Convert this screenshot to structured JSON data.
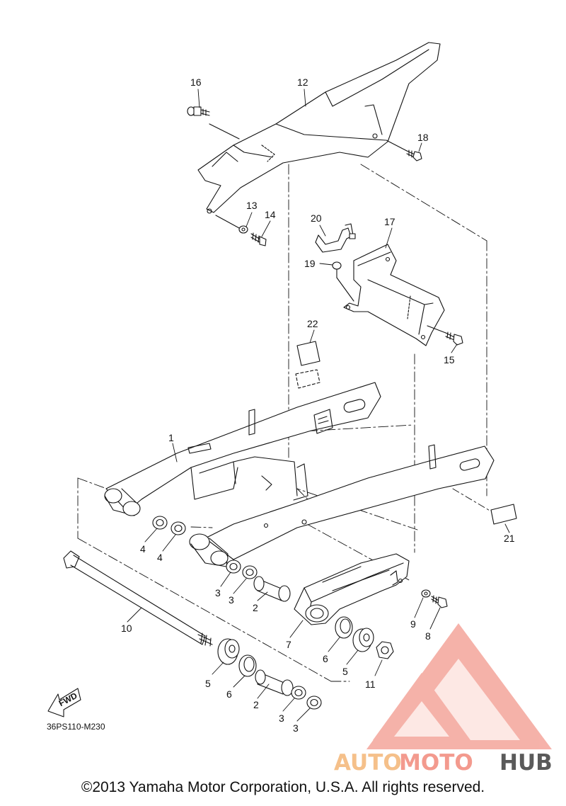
{
  "diagram": {
    "callouts": [
      {
        "id": "c16",
        "text": "16"
      },
      {
        "id": "c12",
        "text": "12"
      },
      {
        "id": "c18",
        "text": "18"
      },
      {
        "id": "c13",
        "text": "13"
      },
      {
        "id": "c14",
        "text": "14"
      },
      {
        "id": "c20",
        "text": "20"
      },
      {
        "id": "c17",
        "text": "17"
      },
      {
        "id": "c19",
        "text": "19"
      },
      {
        "id": "c15",
        "text": "15"
      },
      {
        "id": "c22",
        "text": "22"
      },
      {
        "id": "c1",
        "text": "1"
      },
      {
        "id": "c21",
        "text": "21"
      },
      {
        "id": "c4a",
        "text": "4"
      },
      {
        "id": "c4b",
        "text": "4"
      },
      {
        "id": "c3a",
        "text": "3"
      },
      {
        "id": "c3b",
        "text": "3"
      },
      {
        "id": "c2a",
        "text": "2"
      },
      {
        "id": "c9",
        "text": "9"
      },
      {
        "id": "c8",
        "text": "8"
      },
      {
        "id": "c10",
        "text": "10"
      },
      {
        "id": "c7",
        "text": "7"
      },
      {
        "id": "c6a",
        "text": "6"
      },
      {
        "id": "c5a",
        "text": "5"
      },
      {
        "id": "c11",
        "text": "11"
      },
      {
        "id": "c5b",
        "text": "5"
      },
      {
        "id": "c6b",
        "text": "6"
      },
      {
        "id": "c2b",
        "text": "2"
      },
      {
        "id": "c3c",
        "text": "3"
      },
      {
        "id": "c3d",
        "text": "3"
      }
    ],
    "fwd_label": "FWD",
    "drawing_code": "36PS110-M230",
    "copyright": "©2013 Yamaha Motor Corporation, U.S.A. All rights reserved."
  },
  "watermark": {
    "part1": "AUTO",
    "part2": "MOTO",
    "part3": "HUB",
    "colors": {
      "auto": "#f5c08a",
      "moto": "#f39a8e",
      "hub": "#5a5a5a",
      "logo": "#f4a59b"
    }
  }
}
